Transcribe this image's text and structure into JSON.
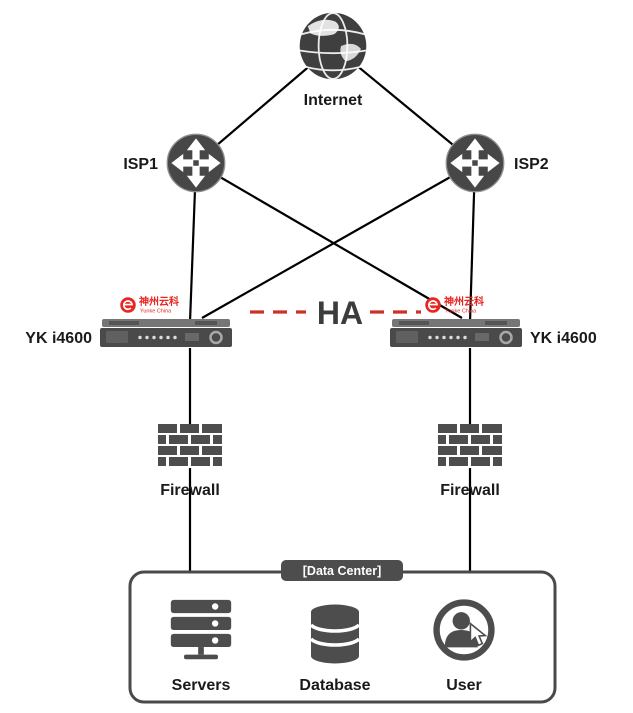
{
  "diagram": {
    "internet": {
      "label": "Internet"
    },
    "isp1": {
      "label": "ISP1"
    },
    "isp2": {
      "label": "ISP2"
    },
    "ha_label": "HA",
    "brand": {
      "name": "神州云科",
      "sub": "Yunke China"
    },
    "device_left": {
      "label": "YK i4600"
    },
    "device_right": {
      "label": "YK i4600"
    },
    "firewall_left": {
      "label": "Firewall"
    },
    "firewall_right": {
      "label": "Firewall"
    },
    "datacenter": {
      "label": "[Data Center]",
      "items": [
        {
          "label": "Servers"
        },
        {
          "label": "Database"
        },
        {
          "label": "User"
        }
      ]
    },
    "icons": {
      "internet": "globe-icon",
      "isp": "router-cross-arrows-icon",
      "device": "rack-appliance-icon",
      "brand": "yunke-red-swirl-icon",
      "firewall": "brick-wall-icon",
      "servers": "server-stack-icon",
      "database": "database-cylinder-icon",
      "user": "person-cursor-icon"
    },
    "colors": {
      "line": "#000000",
      "icon_gray": "#4d4d4d",
      "ha_red": "#cc3327",
      "brand_red": "#e8251f",
      "text": "#1a1a1a"
    }
  }
}
